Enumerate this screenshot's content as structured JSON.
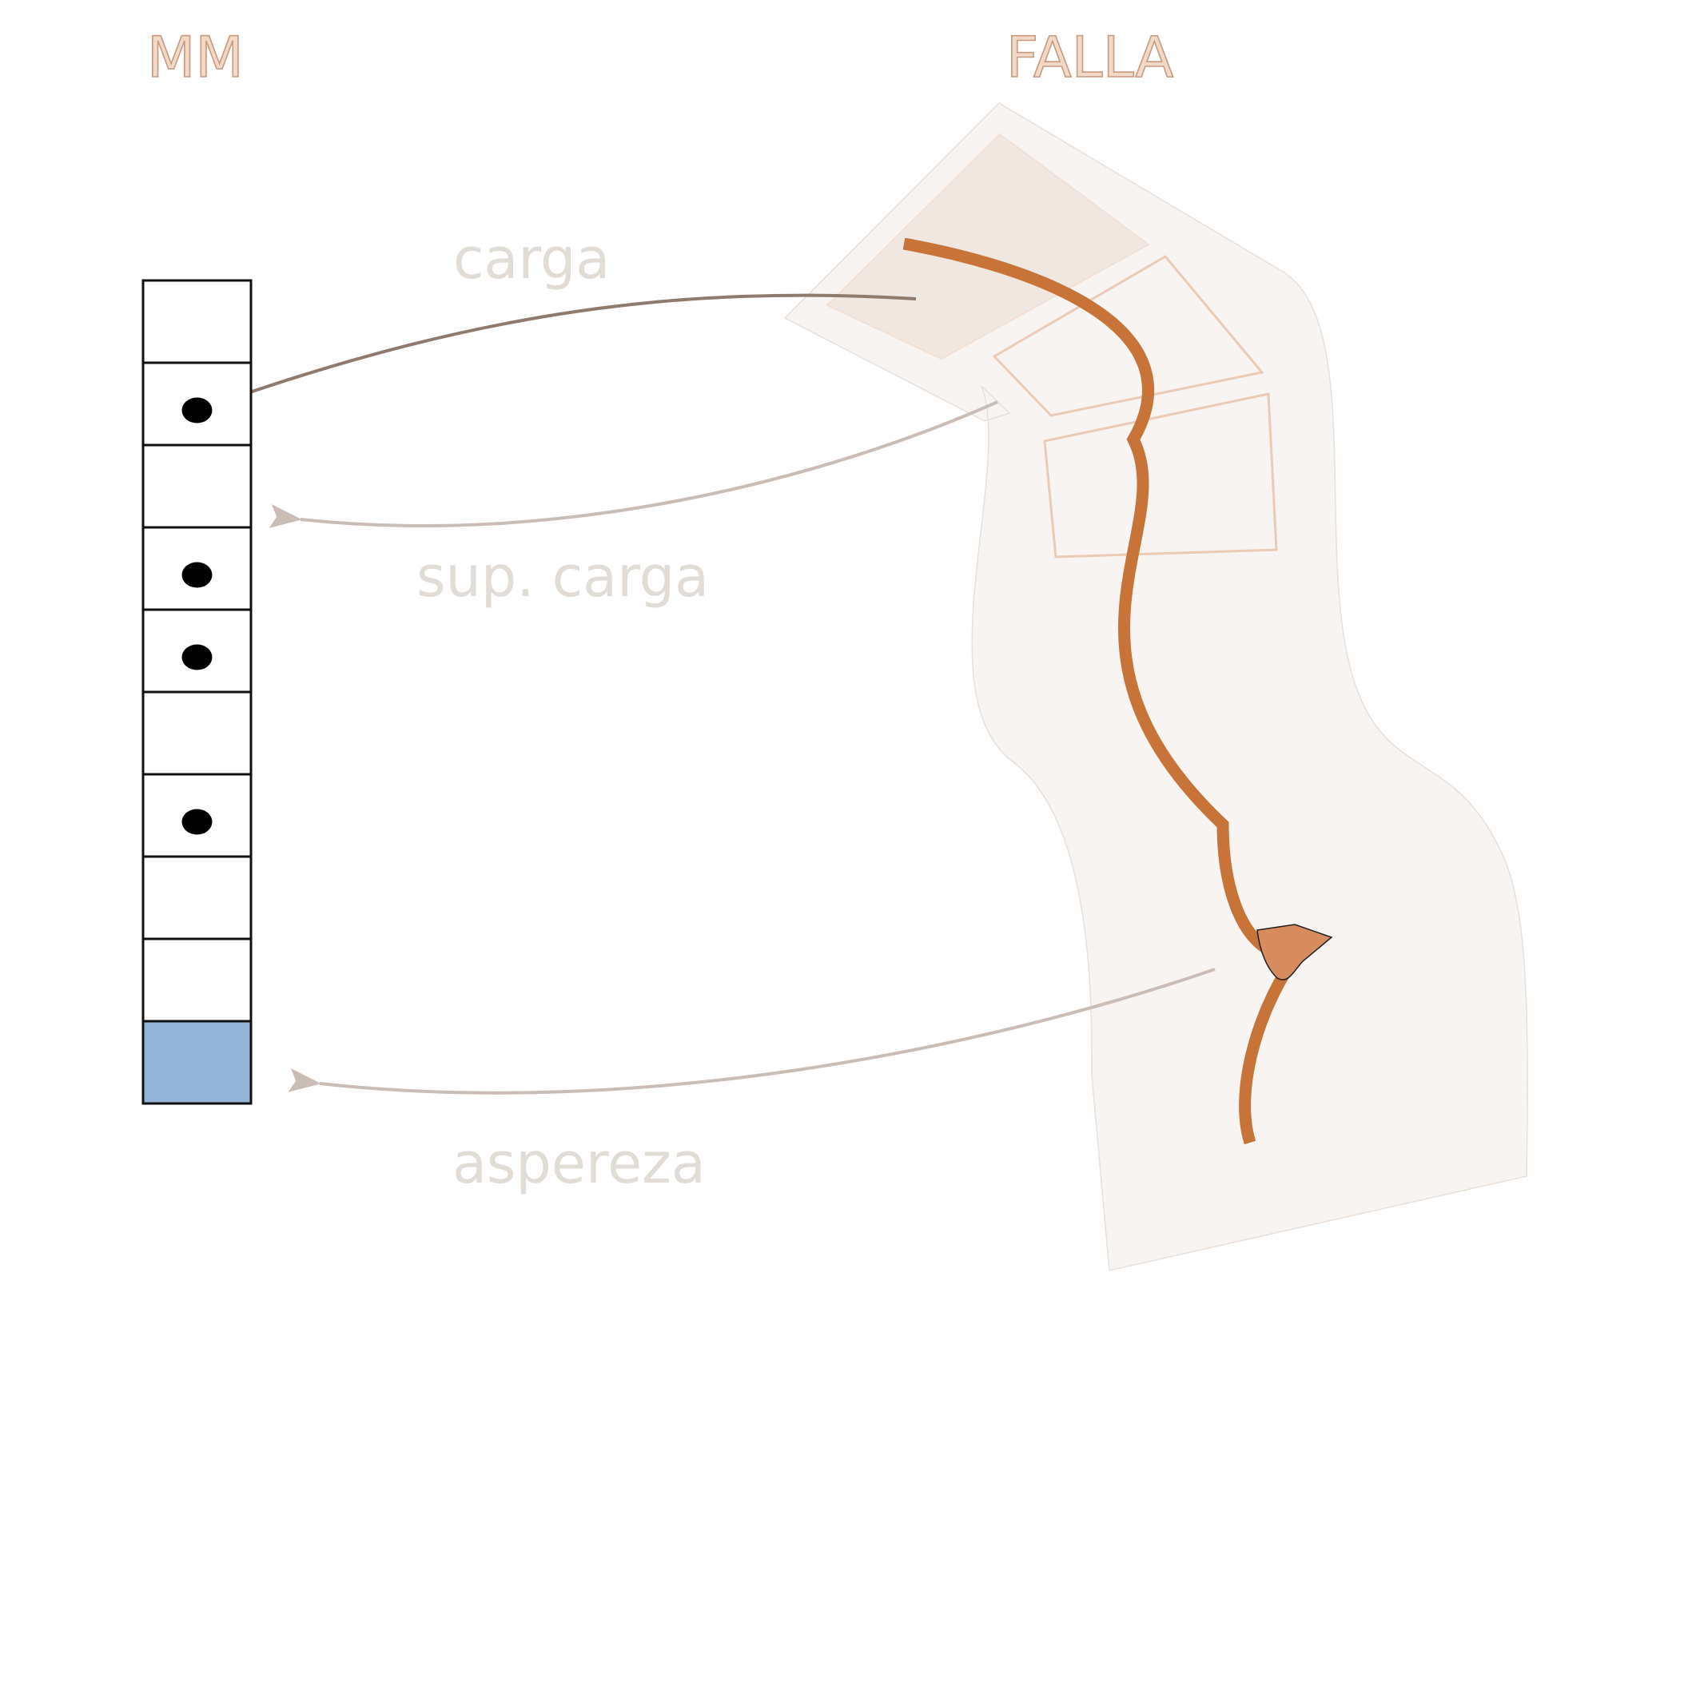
{
  "headings": {
    "left": "MM",
    "right": "FALLA"
  },
  "memory_column": {
    "cells": [
      {
        "marked": false,
        "highlighted": false
      },
      {
        "marked": true,
        "highlighted": false
      },
      {
        "marked": false,
        "highlighted": false
      },
      {
        "marked": true,
        "highlighted": false
      },
      {
        "marked": true,
        "highlighted": false
      },
      {
        "marked": false,
        "highlighted": false
      },
      {
        "marked": true,
        "highlighted": false
      },
      {
        "marked": false,
        "highlighted": false
      },
      {
        "marked": false,
        "highlighted": false
      },
      {
        "marked": false,
        "highlighted": true
      }
    ]
  },
  "arrows": {
    "carga": "carga",
    "sup_carga": "sup. carga",
    "aspereza": "aspereza"
  },
  "colors": {
    "fault_band": "#f8f4f1",
    "fault_patch": "#f0e7e1",
    "fault_trace": "#c87438",
    "asperity": "#d68c5c",
    "rupture_boxes": "#ebcbb6",
    "arrow_primary": "#8f7a6e",
    "arrow_secondary": "#c9bdb5",
    "highlight_cell": "#93b5d8",
    "marker": "#000000"
  }
}
